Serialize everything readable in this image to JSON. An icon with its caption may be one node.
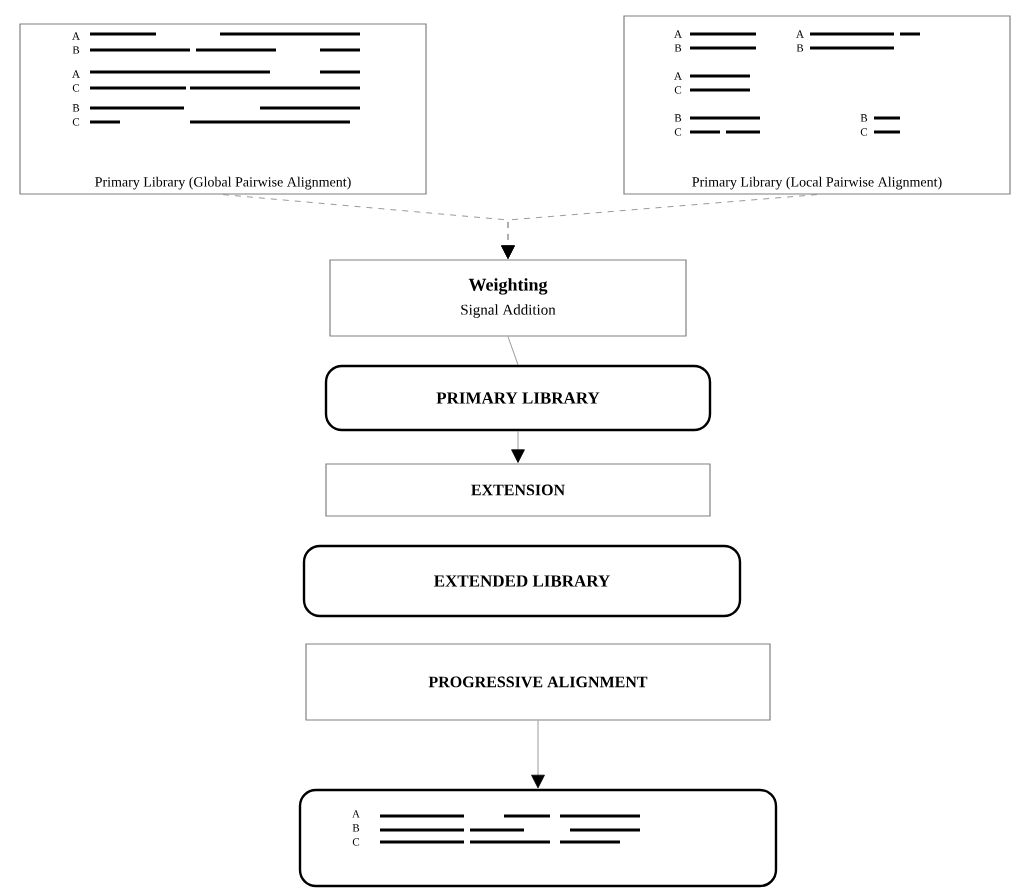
{
  "diagram": {
    "nodes": [
      {
        "text": [
          "Primary Library (Global Pairwise Alignment)"
        ]
      },
      {
        "text": [
          "Primary Library (Local Pairwise Alignment)"
        ]
      },
      {
        "text": [
          "Weighting",
          "Signal Addition"
        ]
      },
      {
        "text": [
          "PRIMARY LIBRARY"
        ]
      },
      {
        "text": [
          "EXTENSION"
        ]
      },
      {
        "text": [
          "EXTENDED LIBRARY"
        ]
      },
      {
        "text": [
          "PROGRESSIVE ALIGNMENT"
        ]
      },
      {
        "text": [],
        "shape": "box"
      }
    ],
    "edges": [
      {
        "from": 0,
        "to": 2,
        "arrow": "to",
        "style": "dashed"
      },
      {
        "from": 1,
        "to": 2,
        "arrow": "to",
        "style": "dashed"
      },
      {
        "from": 2,
        "to": 3,
        "arrow": "none"
      },
      {
        "from": 3,
        "to": 4,
        "arrow": "to"
      },
      {
        "from": 6,
        "to": 7,
        "arrow": "to"
      }
    ],
    "labels": [
      "A",
      "B",
      "A",
      "C",
      "B",
      "C",
      "A",
      "B",
      "A",
      "B",
      "A",
      "C",
      "B",
      "C",
      "B",
      "C",
      "A",
      "B",
      "C"
    ]
  }
}
